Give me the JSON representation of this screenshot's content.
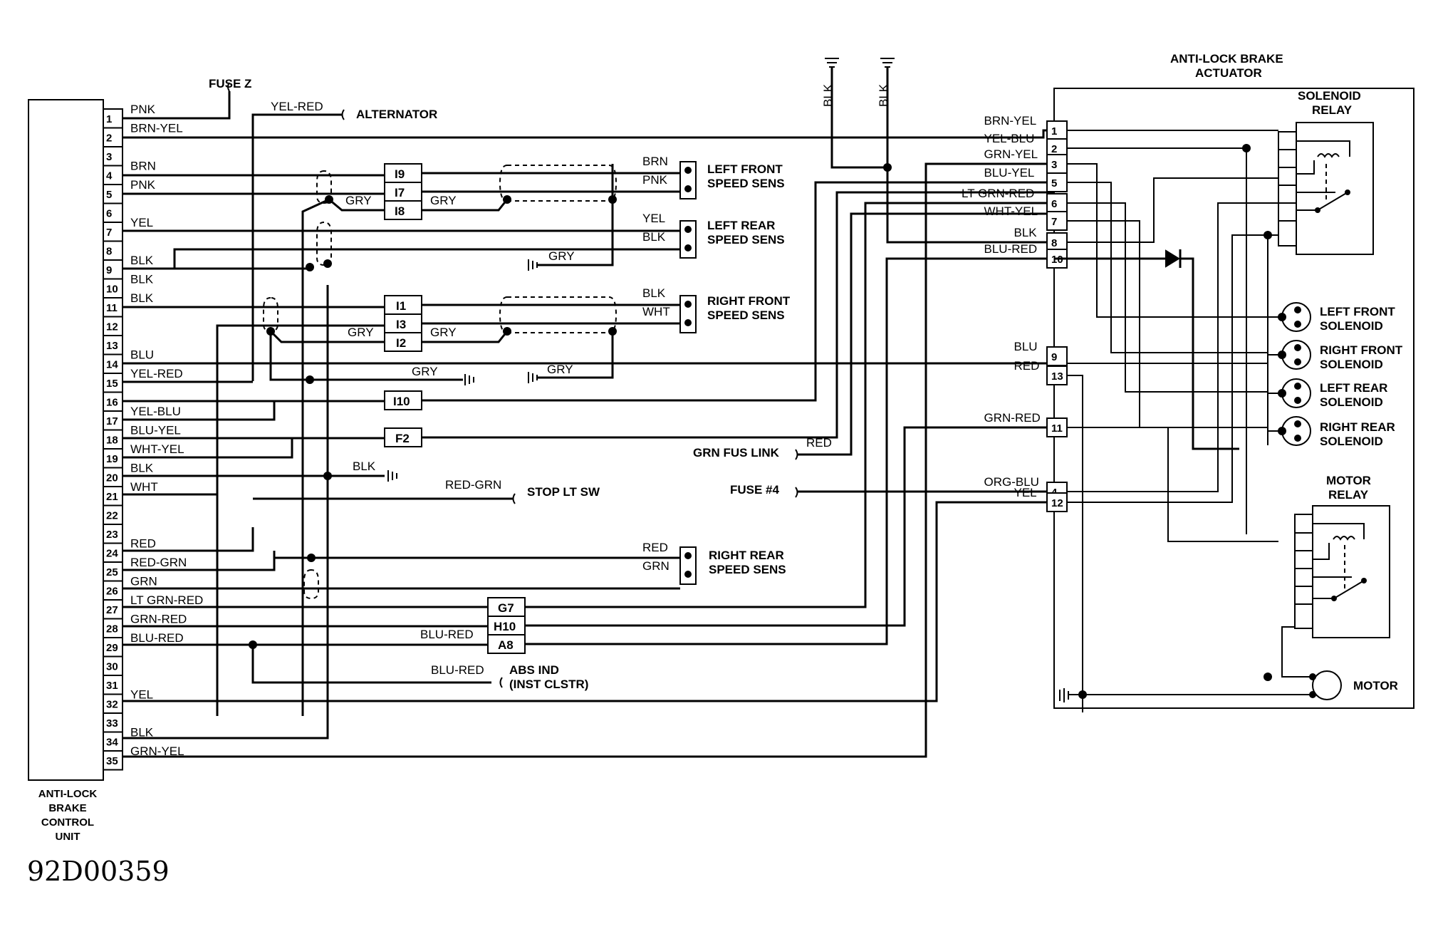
{
  "figure_code": "92D00359",
  "control_unit": {
    "label_lines": [
      "ANTI-LOCK",
      "BRAKE",
      "CONTROL",
      "UNIT"
    ],
    "pins": [
      "1",
      "2",
      "3",
      "4",
      "5",
      "6",
      "7",
      "8",
      "9",
      "10",
      "11",
      "12",
      "13",
      "14",
      "15",
      "16",
      "17",
      "18",
      "19",
      "20",
      "21",
      "22",
      "23",
      "24",
      "25",
      "26",
      "27",
      "28",
      "29",
      "30",
      "31",
      "32",
      "33",
      "34",
      "35"
    ],
    "pin_wires": [
      {
        "pin": "1",
        "color": "PNK"
      },
      {
        "pin": "2",
        "color": "BRN-YEL"
      },
      {
        "pin": "4",
        "color": "BRN"
      },
      {
        "pin": "5",
        "color": "PNK"
      },
      {
        "pin": "7",
        "color": "YEL"
      },
      {
        "pin": "9",
        "color": "BLK"
      },
      {
        "pin": "10",
        "color": "BLK"
      },
      {
        "pin": "11",
        "color": "BLK"
      },
      {
        "pin": "14",
        "color": "BLU"
      },
      {
        "pin": "15",
        "color": "YEL-RED"
      },
      {
        "pin": "17",
        "color": "YEL-BLU"
      },
      {
        "pin": "18",
        "color": "BLU-YEL"
      },
      {
        "pin": "19",
        "color": "WHT-YEL"
      },
      {
        "pin": "20",
        "color": "BLK"
      },
      {
        "pin": "21",
        "color": "WHT"
      },
      {
        "pin": "24",
        "color": "RED"
      },
      {
        "pin": "25",
        "color": "RED-GRN"
      },
      {
        "pin": "26",
        "color": "GRN"
      },
      {
        "pin": "27",
        "color": "LT GRN-RED"
      },
      {
        "pin": "28",
        "color": "GRN-RED"
      },
      {
        "pin": "29",
        "color": "BLU-RED"
      },
      {
        "pin": "32",
        "color": "YEL"
      },
      {
        "pin": "34",
        "color": "BLK"
      },
      {
        "pin": "35",
        "color": "GRN-YEL"
      }
    ]
  },
  "actuator": {
    "title_lines": [
      "ANTI-LOCK BRAKE",
      "ACTUATOR"
    ],
    "pins": [
      {
        "pin": "1",
        "color": "BRN-YEL"
      },
      {
        "pin": "2",
        "color": "YEL-BLU"
      },
      {
        "pin": "3",
        "color": "GRN-YEL"
      },
      {
        "pin": "5",
        "color": "BLU-YEL"
      },
      {
        "pin": "6",
        "color": "LT GRN-RED"
      },
      {
        "pin": "7",
        "color": "WHT-YEL"
      },
      {
        "pin": "8",
        "color": "BLK"
      },
      {
        "pin": "10",
        "color": "BLU-RED"
      },
      {
        "pin": "9",
        "color": "BLU"
      },
      {
        "pin": "13",
        "color": "RED"
      },
      {
        "pin": "11",
        "color": "GRN-RED"
      },
      {
        "pin": "4",
        "color": "ORG-BLU"
      },
      {
        "pin": "12",
        "color": "YEL"
      }
    ],
    "solenoid_relay": [
      "SOLENOID",
      "RELAY"
    ],
    "motor_relay": [
      "MOTOR",
      "RELAY"
    ],
    "motor": "MOTOR",
    "solenoids": [
      [
        "LEFT FRONT",
        "SOLENOID"
      ],
      [
        "RIGHT FRONT",
        "SOLENOID"
      ],
      [
        "LEFT REAR",
        "SOLENOID"
      ],
      [
        "RIGHT REAR",
        "SOLENOID"
      ]
    ]
  },
  "sensors": [
    {
      "name": [
        "LEFT FRONT",
        "SPEED SENS"
      ],
      "wires": [
        "BRN",
        "PNK"
      ]
    },
    {
      "name": [
        "LEFT REAR",
        "SPEED SENS"
      ],
      "wires": [
        "YEL",
        "BLK"
      ]
    },
    {
      "name": [
        "RIGHT FRONT",
        "SPEED SENS"
      ],
      "wires": [
        "BLK",
        "WHT"
      ]
    },
    {
      "name": [
        "RIGHT REAR",
        "SPEED SENS"
      ],
      "wires": [
        "RED",
        "GRN"
      ]
    }
  ],
  "connectors": [
    "I9",
    "I7",
    "I8",
    "I1",
    "I3",
    "I2",
    "I10",
    "F2",
    "G7",
    "H10",
    "A8"
  ],
  "misc": {
    "fuse_z": "FUSE Z",
    "alternator": "ALTERNATOR",
    "alt_wire": "YEL-RED",
    "stop_lt_sw": "STOP LT SW",
    "stop_wire": "RED-GRN",
    "grn_fus_link": "GRN FUS LINK",
    "fus_link_wire": "RED",
    "fuse4": "FUSE #4",
    "abs_ind_1": "ABS IND",
    "abs_ind_2": "(INST CLSTR)",
    "abs_wire": "BLU-RED",
    "a8_wire": "BLU-RED",
    "gry": "GRY",
    "blk": "BLK",
    "blk_ground_label": "BLK"
  }
}
